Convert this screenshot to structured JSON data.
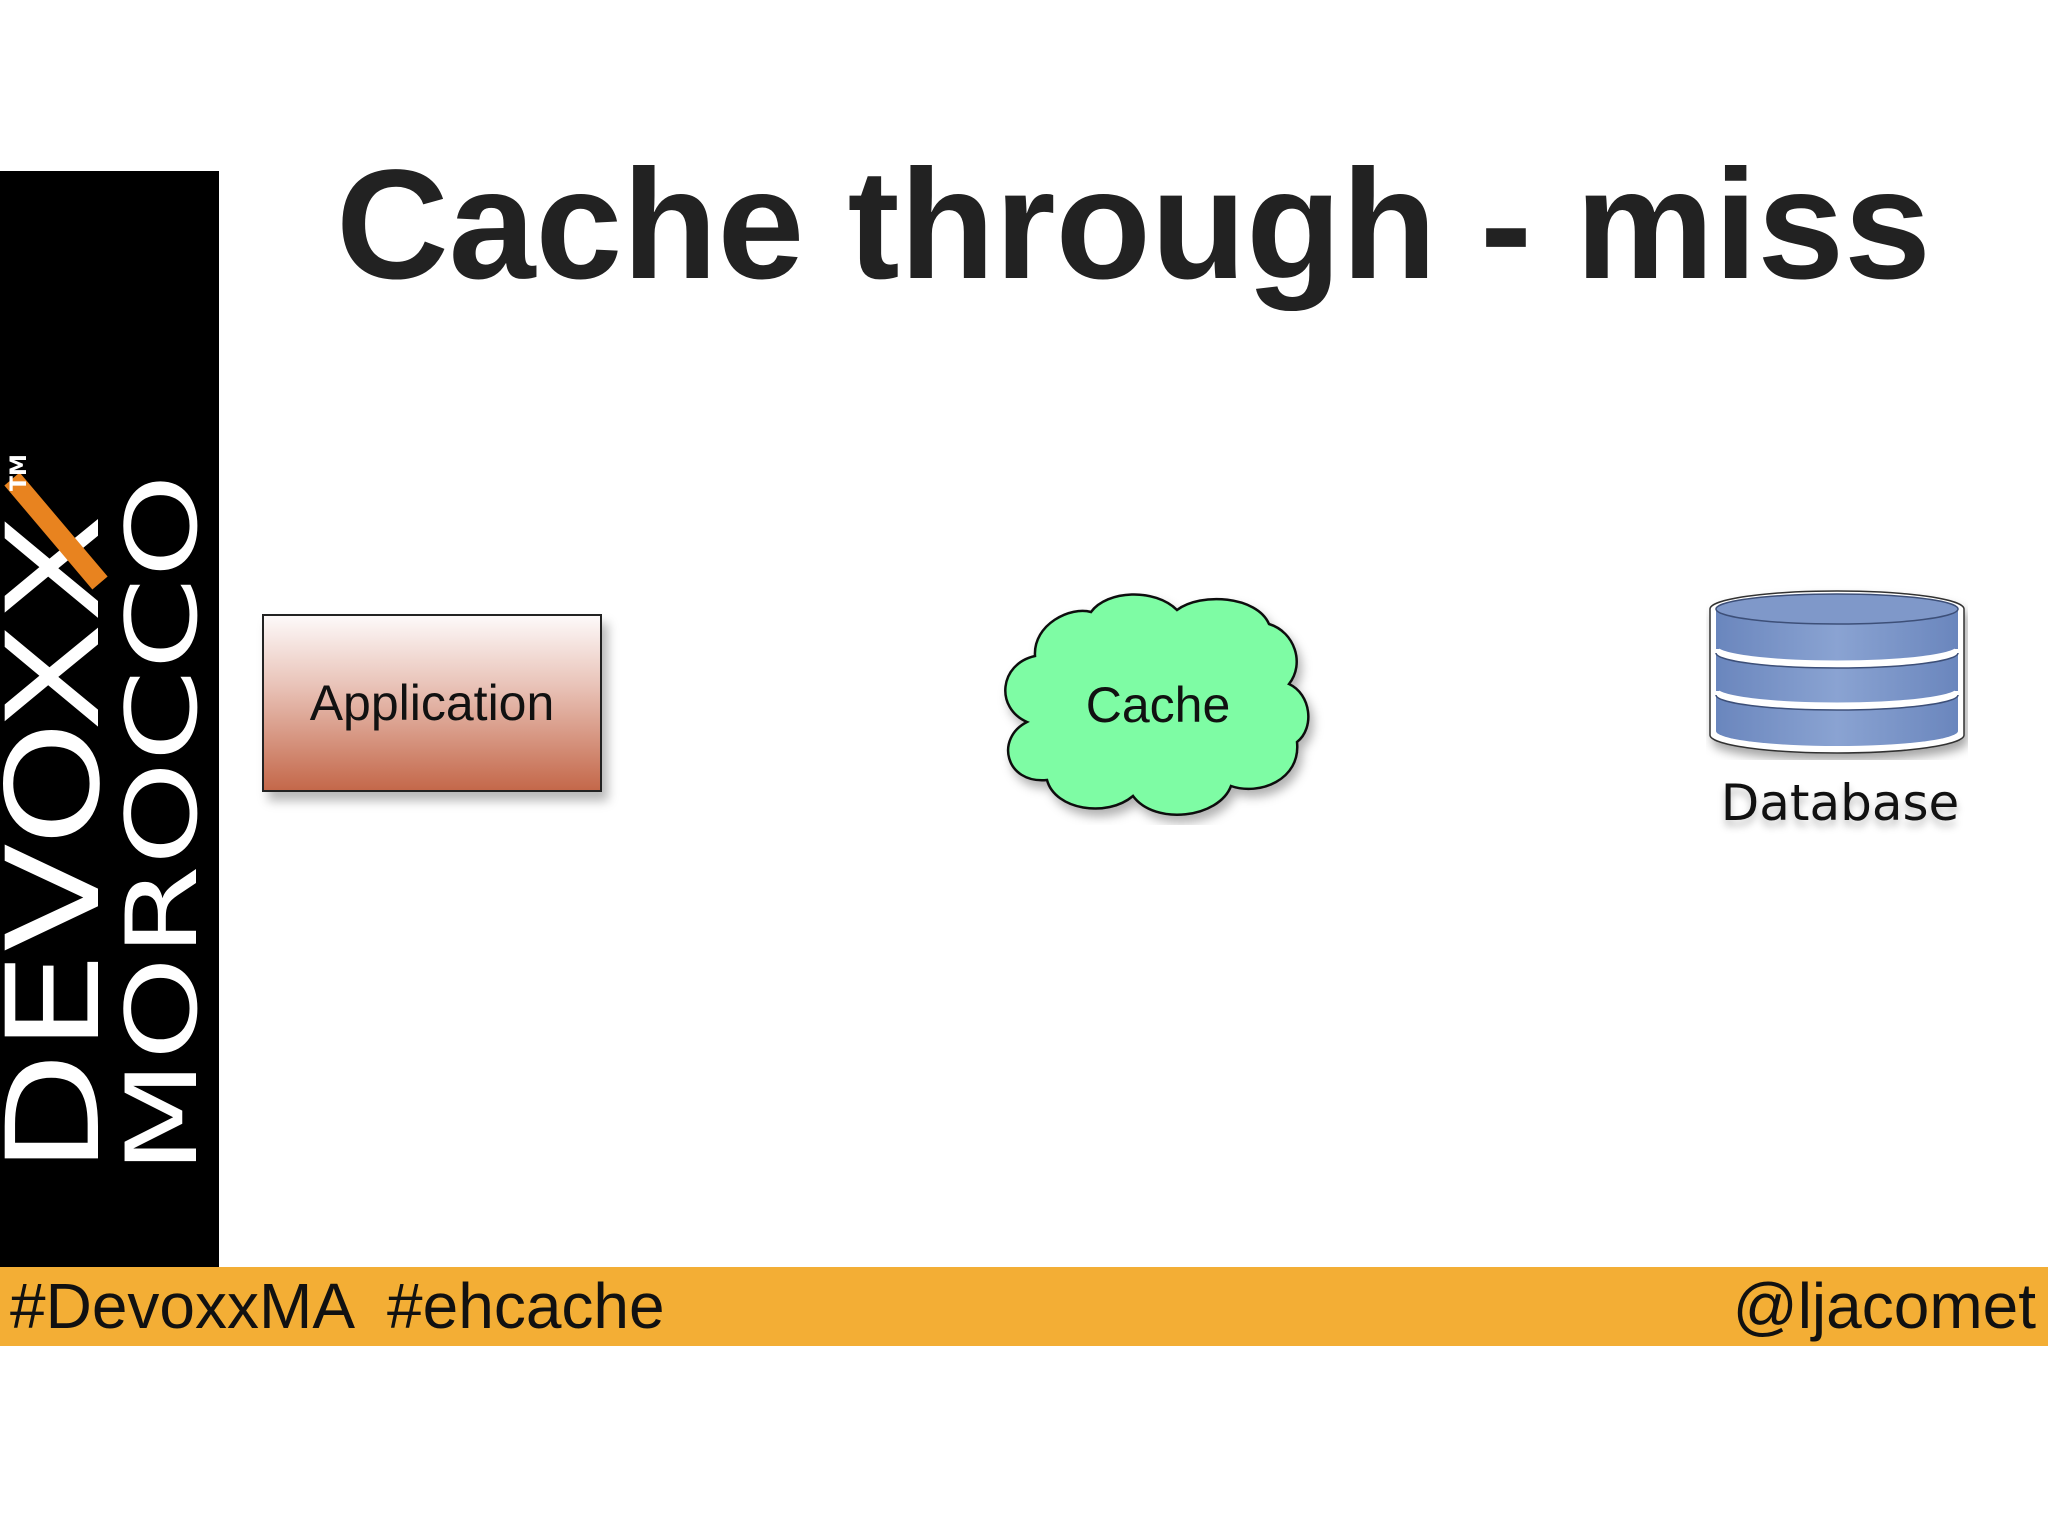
{
  "slide": {
    "title": "Cache through - miss"
  },
  "logo": {
    "brand": "DEVOXX",
    "location": "MOROCCO",
    "trademark": "TM",
    "colors": {
      "background": "#000000",
      "text": "#ffffff",
      "accent": "#e8831f"
    }
  },
  "diagram": {
    "nodes": [
      {
        "id": "application",
        "label": "Application",
        "shape": "box",
        "fill": "#c4684a"
      },
      {
        "id": "cache",
        "label": "Cache",
        "shape": "cloud",
        "fill": "#7efca4"
      },
      {
        "id": "database",
        "label": "Database",
        "shape": "cylinder",
        "fill": "#7a93c4"
      }
    ]
  },
  "footer": {
    "hashtags": "#DevoxxMA  #ehcache",
    "handle": "@ljacomet",
    "color": "#f3ae35"
  }
}
